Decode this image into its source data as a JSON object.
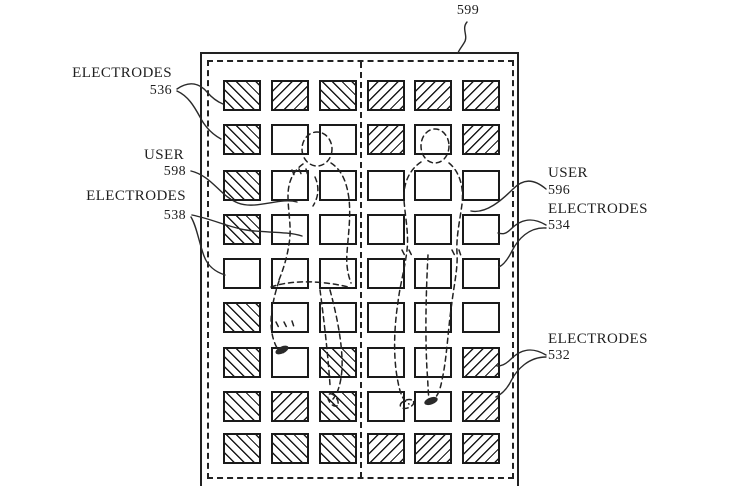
{
  "figure_labels": {
    "ref_top": {
      "number": "599"
    },
    "electrodes_536": {
      "title": "ELECTRODES",
      "number": "536"
    },
    "user_598": {
      "title": "USER",
      "number": "598"
    },
    "electrodes_538": {
      "title": "ELECTRODES",
      "number": "538"
    },
    "user_596": {
      "title": "USER",
      "number": "596"
    },
    "electrodes_534": {
      "title": "ELECTRODES",
      "number": "534"
    },
    "electrodes_532": {
      "title": "ELECTRODES",
      "number": "532"
    }
  },
  "grid": {
    "rows": 9,
    "cols": 6,
    "cell_types_legend": {
      "b": "hatched diagonal backslash",
      "f": "hatched diagonal slash",
      "p": "plain"
    },
    "pattern": [
      "bfbfff",
      "bppfpf",
      "bppppp",
      "bppppp",
      "pppppp",
      "bppppp",
      "bpbppf",
      "bfbppf",
      "bbbfff"
    ]
  },
  "users": [
    {
      "id": "user-598",
      "description": "dashed silhouette of user standing on left half of electrode grid"
    },
    {
      "id": "user-596",
      "description": "dashed silhouette of user standing on right half of electrode grid"
    }
  ],
  "colors": {
    "line": "#1a1a1a",
    "background": "#ffffff",
    "text": "#1f1f1f"
  }
}
